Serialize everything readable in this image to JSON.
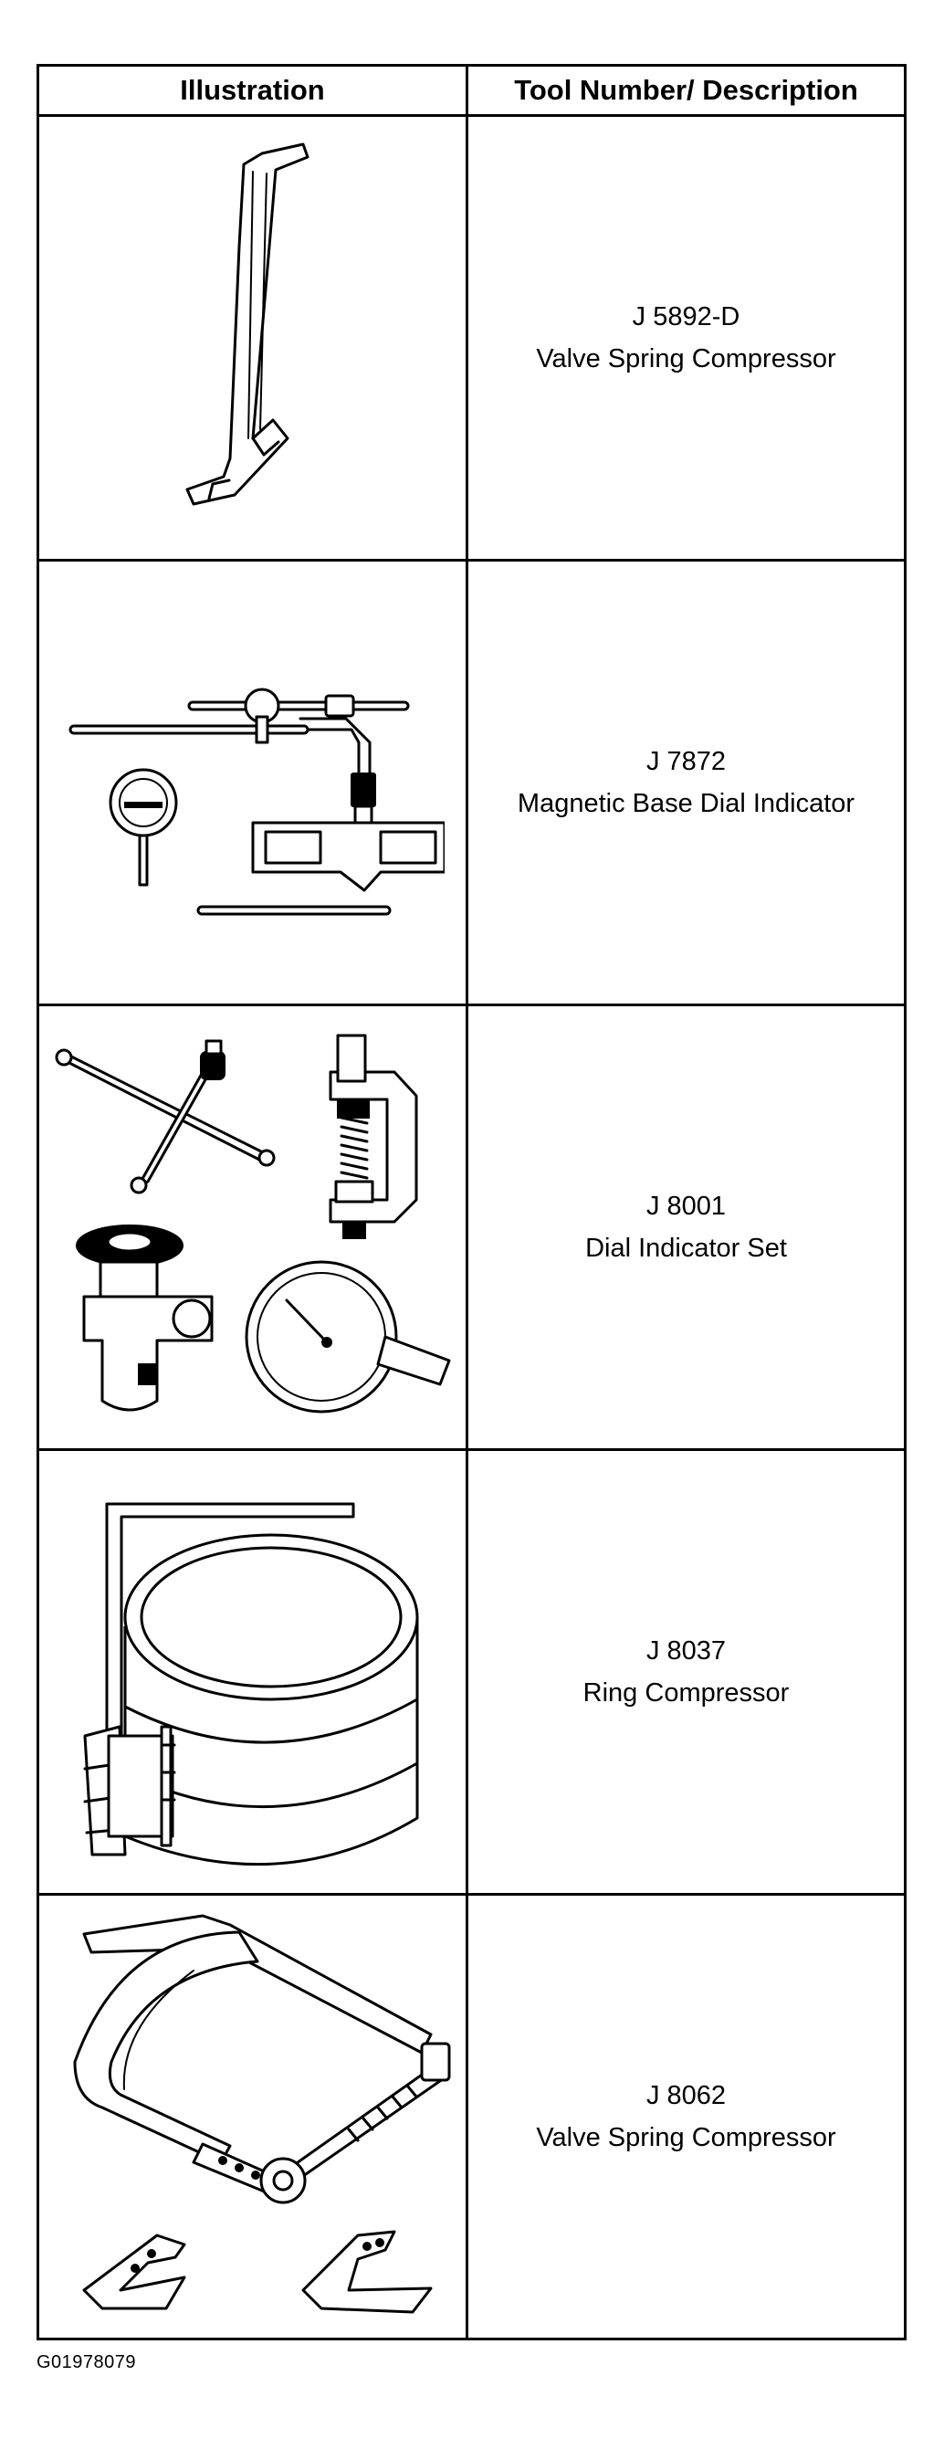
{
  "table": {
    "header": {
      "illustration": "Illustration",
      "tool": "Tool Number/ Description"
    },
    "rows": [
      {
        "number": "J 5892-D",
        "description": "Valve Spring Compressor",
        "icon": "valve-spring-compressor-bar-icon"
      },
      {
        "number": "J 7872",
        "description": "Magnetic Base Dial Indicator",
        "icon": "magnetic-base-dial-indicator-icon"
      },
      {
        "number": "J 8001",
        "description": "Dial Indicator Set",
        "icon": "dial-indicator-set-icon"
      },
      {
        "number": "J 8037",
        "description": "Ring Compressor",
        "icon": "ring-compressor-icon"
      },
      {
        "number": "J 8062",
        "description": "Valve Spring Compressor",
        "icon": "valve-spring-compressor-clamp-icon"
      }
    ]
  },
  "figure_id": "G01978079"
}
